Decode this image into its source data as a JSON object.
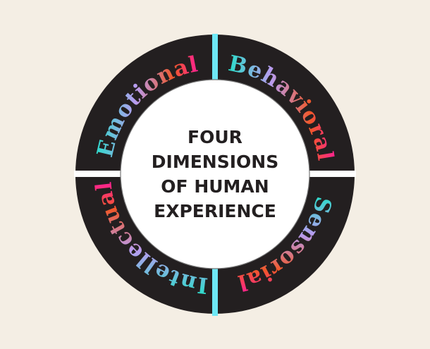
{
  "center": {
    "lines": [
      "FOUR",
      "DIMENSIONS",
      "OF HUMAN",
      "EXPERIENCE"
    ]
  },
  "dimensions": [
    {
      "label": "Behavioral"
    },
    {
      "label": "Sensorial"
    },
    {
      "label": "Intellectual"
    },
    {
      "label": "Emotional"
    }
  ],
  "colors": {
    "background": "#f4eee4",
    "ring": "#231f20",
    "center": "#ffffff",
    "vertical_divider": "#6ee8f5",
    "horizontal_divider": "#ffffff",
    "gradient": [
      "#22e0c8",
      "#b89cf0",
      "#f0582a",
      "#ff1c9c"
    ]
  }
}
